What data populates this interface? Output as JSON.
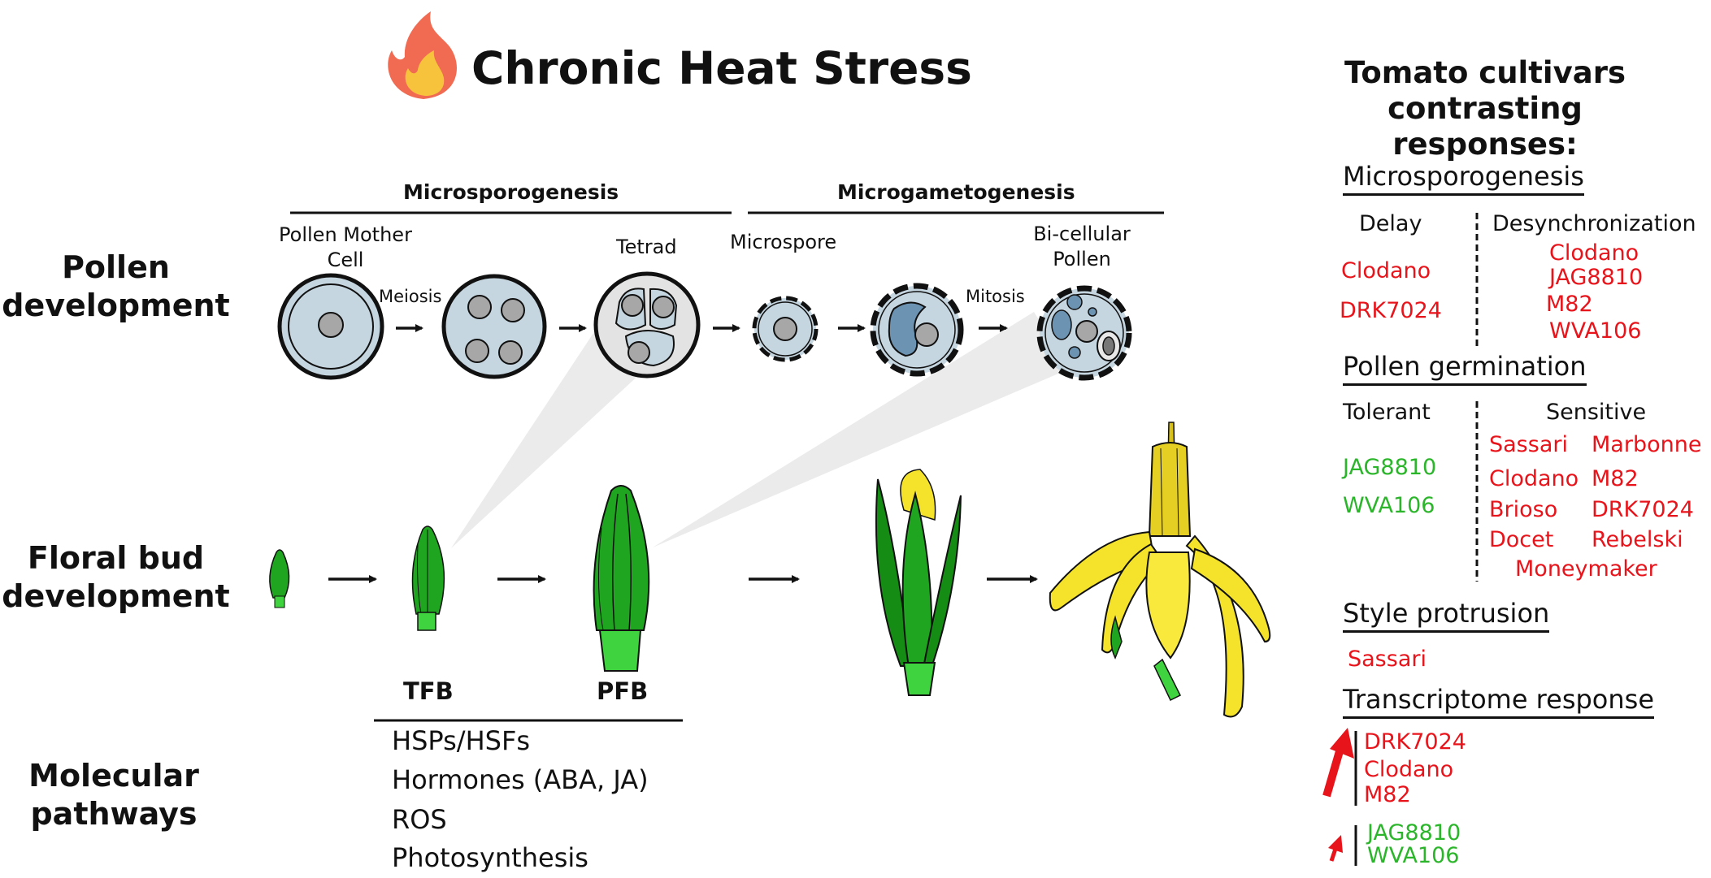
{
  "title": "Chronic Heat Stress",
  "row_labels": {
    "pollen": "Pollen development",
    "bud": "Floral bud development",
    "molecular": "Molecular pathways"
  },
  "phases": {
    "microsporogenesis": "Microsporogenesis",
    "microgametogenesis": "Microgametogenesis"
  },
  "stages": {
    "pmc": "Pollen Mother Cell",
    "tetrad": "Tetrad",
    "microspore": "Microspore",
    "bicellular": "Bi-cellular Pollen",
    "meiosis": "Meiosis",
    "mitosis": "Mitosis"
  },
  "buds": {
    "tfb": "TFB",
    "pfb": "PFB"
  },
  "pathways": [
    "HSPs/HSFs",
    "Hormones (ABA, JA)",
    "ROS",
    "Photosynthesis"
  ],
  "right_panel": {
    "title": "Tomato cultivars contrasting responses:",
    "microsporogenesis": {
      "heading": "Microsporogenesis",
      "col_left": "Delay",
      "col_right": "Desynchronization",
      "left": [
        "Clodano",
        "DRK7024"
      ],
      "right": [
        "Clodano",
        "JAG8810",
        "M82",
        "WVA106"
      ]
    },
    "germination": {
      "heading": "Pollen germination",
      "col_left": "Tolerant",
      "col_right": "Sensitive",
      "left": [
        "JAG8810",
        "WVA106"
      ],
      "right_a": [
        "Sassari",
        "Clodano",
        "Brioso",
        "Docet"
      ],
      "right_b": [
        "Marbonne",
        "M82",
        "DRK7024",
        "Rebelski"
      ],
      "right_last": "Moneymaker"
    },
    "style": {
      "heading": "Style protrusion",
      "items": [
        "Sassari"
      ]
    },
    "transcriptome": {
      "heading": "Transcriptome response",
      "strong": [
        "DRK7024",
        "Clodano",
        "M82"
      ],
      "weak": [
        "JAG8810",
        "WVA106"
      ]
    }
  },
  "colors": {
    "sensitive": "#e8141b",
    "tolerant": "#2bb52a",
    "cell_fill": "#c6d6e0",
    "nucleus": "#a7a7a7",
    "vacuole": "#6c93b1",
    "sepal": "#20a520",
    "petal": "#f4e32a"
  }
}
